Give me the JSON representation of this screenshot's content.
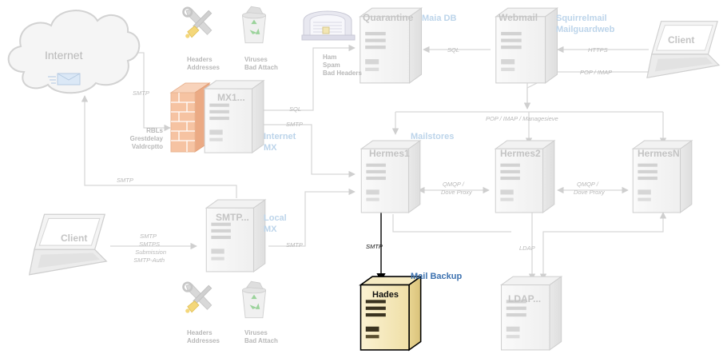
{
  "cloud": {
    "label": "Internet"
  },
  "servers": {
    "quarantine": {
      "label": "Quarantine",
      "note": "Maia DB"
    },
    "webmail": {
      "label": "Webmail",
      "note_line1": "Squirrelmail",
      "note_line2": "Mailguardweb"
    },
    "mx1": {
      "label": "MX1...",
      "note_line1": "Internet",
      "note_line2": "MX"
    },
    "hermes1": {
      "label": "Hermes1"
    },
    "hermes2": {
      "label": "Hermes2"
    },
    "hermesn": {
      "label": "HermesN"
    },
    "smtp": {
      "label": "SMTP...",
      "note_line1": "Local",
      "note_line2": "MX"
    },
    "hades": {
      "label": "Hades",
      "note": "Mail Backup"
    },
    "ldap": {
      "label": "LDAP..."
    }
  },
  "groups": {
    "mailstores": "Mailstores"
  },
  "clients": {
    "top": "Client",
    "left": "Client"
  },
  "tools": {
    "top": {
      "tools_line1": "Headers",
      "tools_line2": "Addresses",
      "bin_line1": "Viruses",
      "bin_line2": "Bad Attach"
    },
    "bottom": {
      "tools_line1": "Headers",
      "tools_line2": "Addresses",
      "bin_line1": "Viruses",
      "bin_line2": "Bad Attach"
    }
  },
  "mx_checks": {
    "line1": "RBLs",
    "line2": "Grestdelay",
    "line3": "Valdrcptto"
  },
  "quarantine_types": {
    "line1": "Ham",
    "line2": "Spam",
    "line3": "Bad Headers"
  },
  "edges": {
    "internet_smtp": "SMTP",
    "mx_sql": "SQL",
    "mx_smtp": "SMTP",
    "webmail_sql": "SQL",
    "client_https": "HTTPS",
    "client_pop_imap": "POP / IMAP",
    "pop_imap_managesieve": "POP / IMAP / Managesieve",
    "local_smtp_up": "SMTP",
    "client_submission_line1": "SMTP",
    "client_submission_line2": "SMTPS",
    "client_submission_line3": "Submission",
    "client_submission_line4": "SMTP-Auth",
    "smtp_to_hermes": "SMTP",
    "qmqp_1_line1": "QMQP /",
    "qmqp_1_line2": "Dove Proxy",
    "qmqp_2_line1": "QMQP /",
    "qmqp_2_line2": "Dove Proxy",
    "backup_smtp": "SMTP",
    "ldap": "LDAP"
  },
  "colors": {
    "faded_line": "#d6d6d6",
    "faded_text": "#c4c4c4",
    "note_blue": "#bcd4ea",
    "accent_blue": "#3d72b0",
    "hades_fill": "#f3e6b6",
    "firewall": "#f3b48e"
  }
}
